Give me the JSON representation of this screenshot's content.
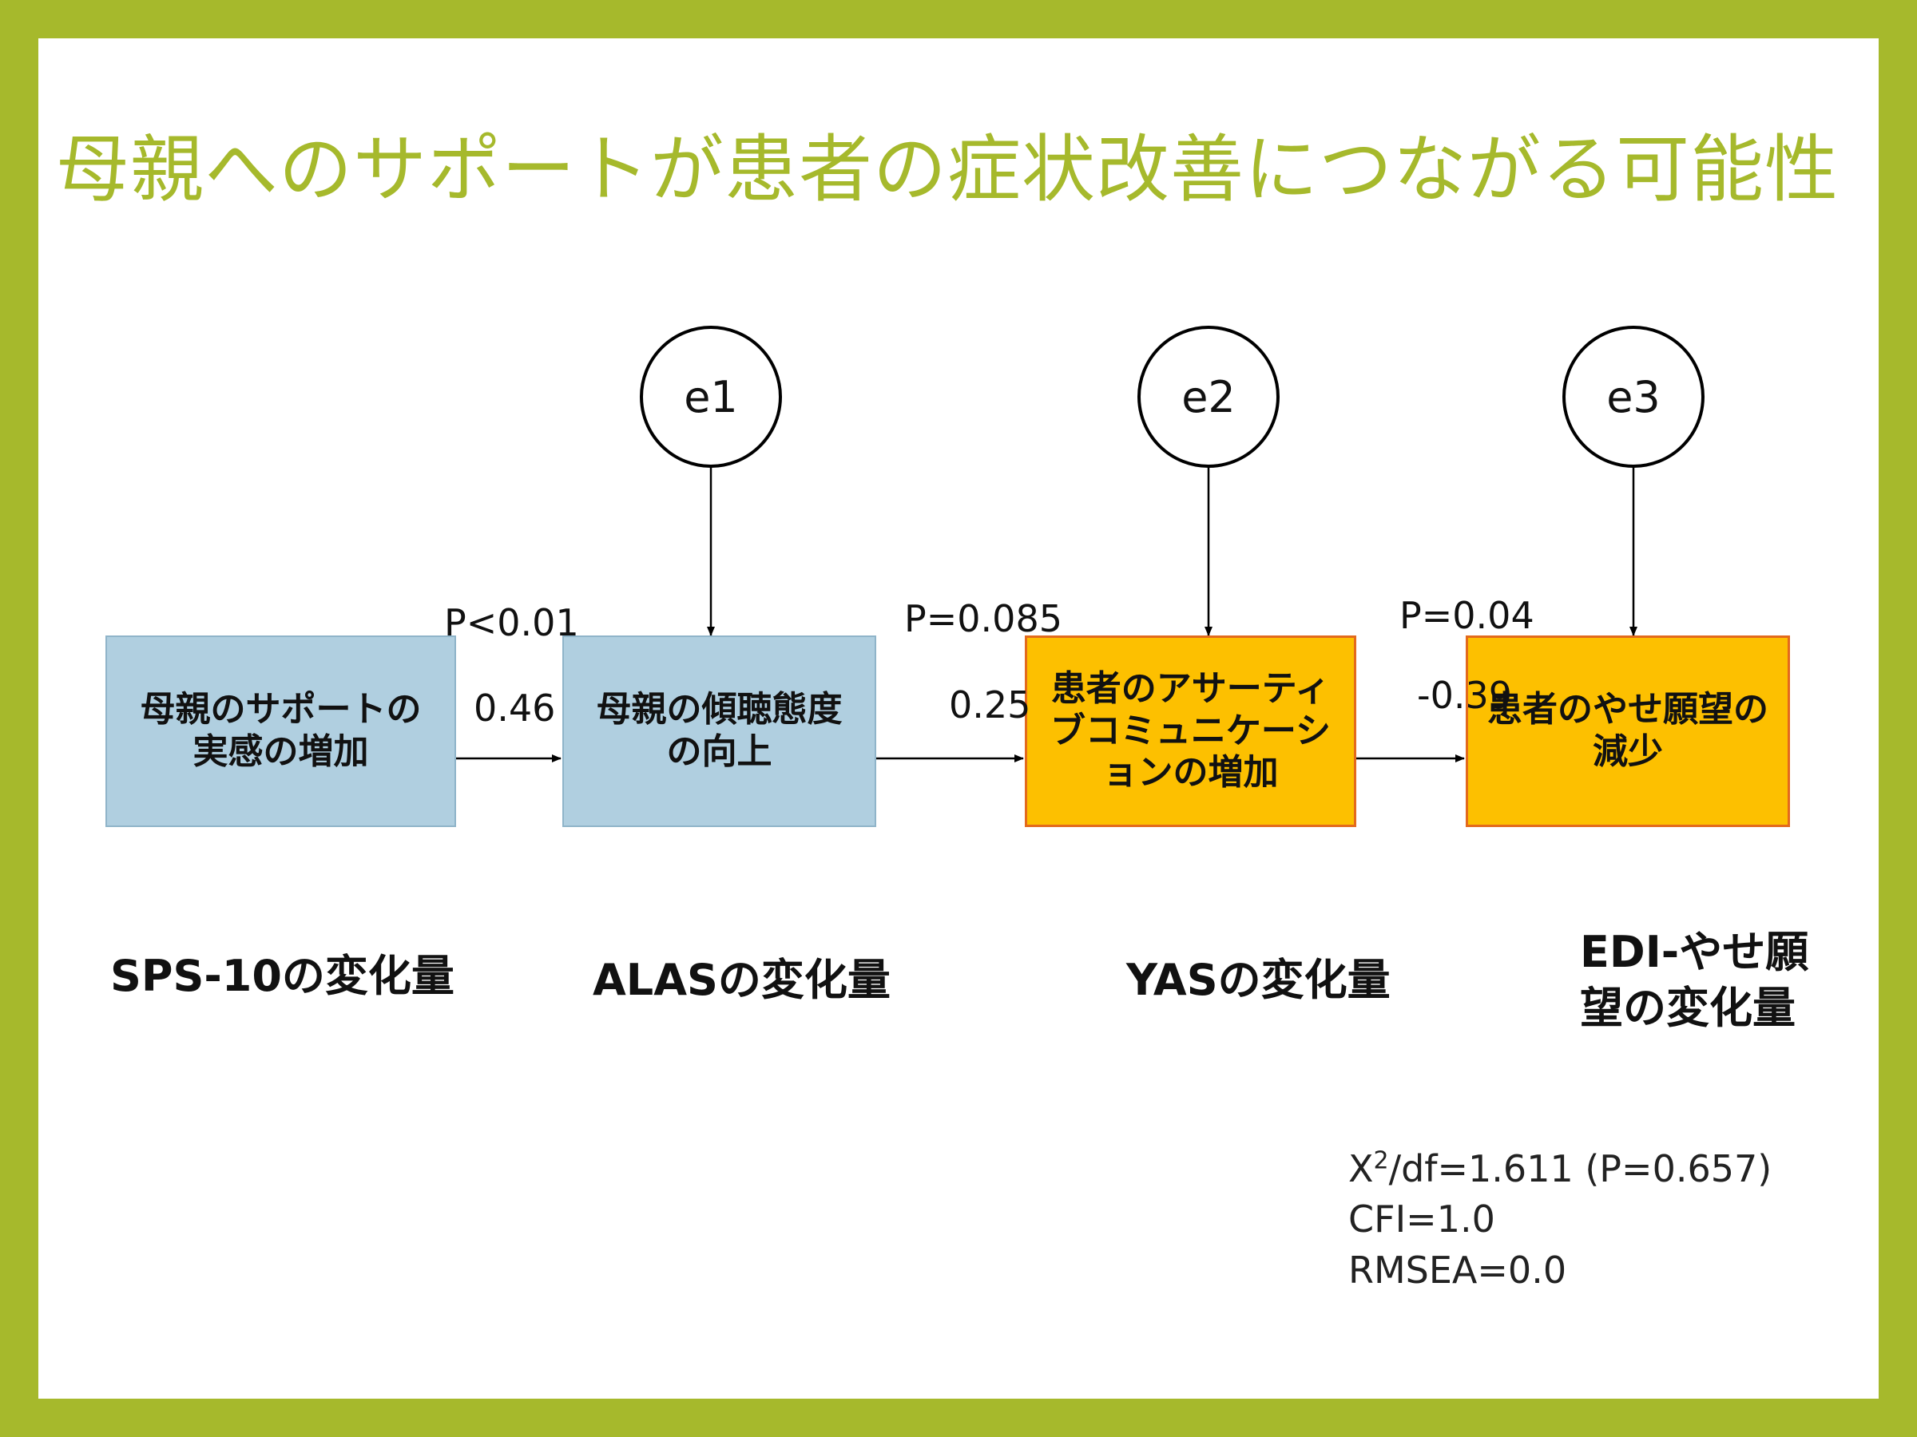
{
  "title": "母親へのサポートが患者の症状改善につながる可能性",
  "colors": {
    "background": "#a6b92c",
    "title": "#a6b92c",
    "box_blue": "#b0cfe0",
    "box_orange": "#fdc000",
    "box_orange_border": "#e36a1c"
  },
  "nodes": [
    {
      "id": "mother-support",
      "label": "母親のサポートの実感の増加",
      "measure": "SPS-10の変化量",
      "style": "blue"
    },
    {
      "id": "mother-listening",
      "label": "母親の傾聴態度の向上",
      "measure": "ALASの変化量",
      "style": "blue"
    },
    {
      "id": "patient-assertive",
      "label": "患者のアサーティブコミュニケーションの増加",
      "measure": "YASの変化量",
      "style": "orange"
    },
    {
      "id": "patient-thinness",
      "label": "患者のやせ願望の減少",
      "measure": "EDI-やせ願望の変化量",
      "style": "orange"
    }
  ],
  "errors": [
    {
      "id": "e1",
      "label": "e1",
      "target": "mother-listening"
    },
    {
      "id": "e2",
      "label": "e2",
      "target": "patient-assertive"
    },
    {
      "id": "e3",
      "label": "e3",
      "target": "patient-thinness"
    }
  ],
  "paths": [
    {
      "from": "mother-support",
      "to": "mother-listening",
      "p": "P<0.01",
      "coef": "0.46"
    },
    {
      "from": "mother-listening",
      "to": "patient-assertive",
      "p": "P=0.085",
      "coef": "0.25"
    },
    {
      "from": "patient-assertive",
      "to": "patient-thinness",
      "p": "P=0.04",
      "coef": "-0.39"
    }
  ],
  "fit": {
    "chi_base": "X",
    "chi_sup": "2",
    "chi_rest": "/df=1.611 (P=0.657)",
    "cfi": "CFI=1.0",
    "rmsea": "RMSEA=0.0"
  }
}
